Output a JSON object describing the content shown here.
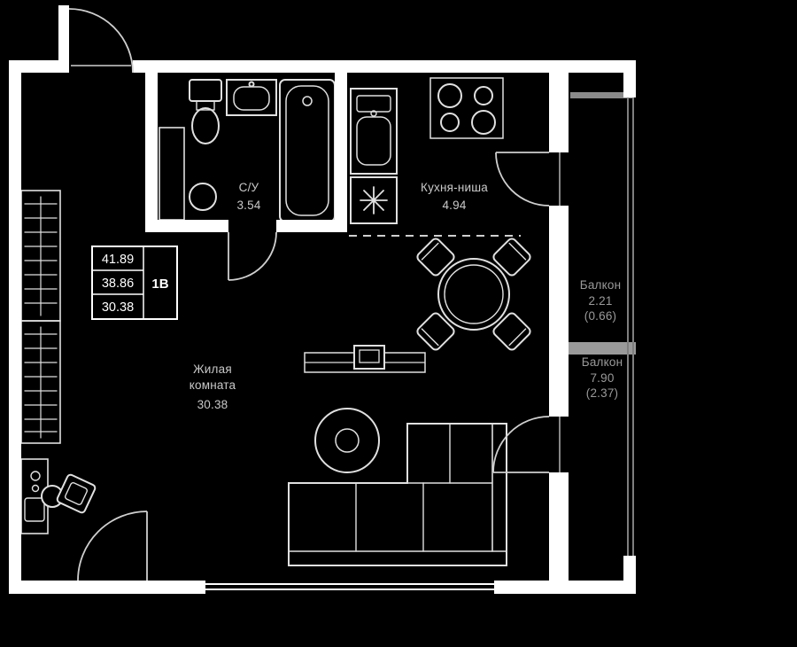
{
  "plan": {
    "colors": {
      "background": "#000000",
      "walls": "#ffffff",
      "furniture": "#e0e0e0",
      "room_label": "#c9c9c9",
      "muted": "#9a9a9a"
    },
    "rooms": {
      "bathroom": {
        "label": "С/У",
        "area": "3.54"
      },
      "kitchen": {
        "label": "Кухня-ниша",
        "area": "4.94"
      },
      "living": {
        "label_line1": "Жилая",
        "label_line2": "комната",
        "area": "30.38"
      },
      "balcony_top": {
        "label": "Балкон",
        "area": "2.21",
        "coefficient": "(0.66)"
      },
      "balcony_bottom": {
        "label": "Балкон",
        "area": "7.90",
        "coefficient": "(2.37)"
      }
    },
    "info_box": {
      "total_area": "41.89",
      "apartment_area": "38.86",
      "living_area": "30.38",
      "type": "1В"
    }
  }
}
